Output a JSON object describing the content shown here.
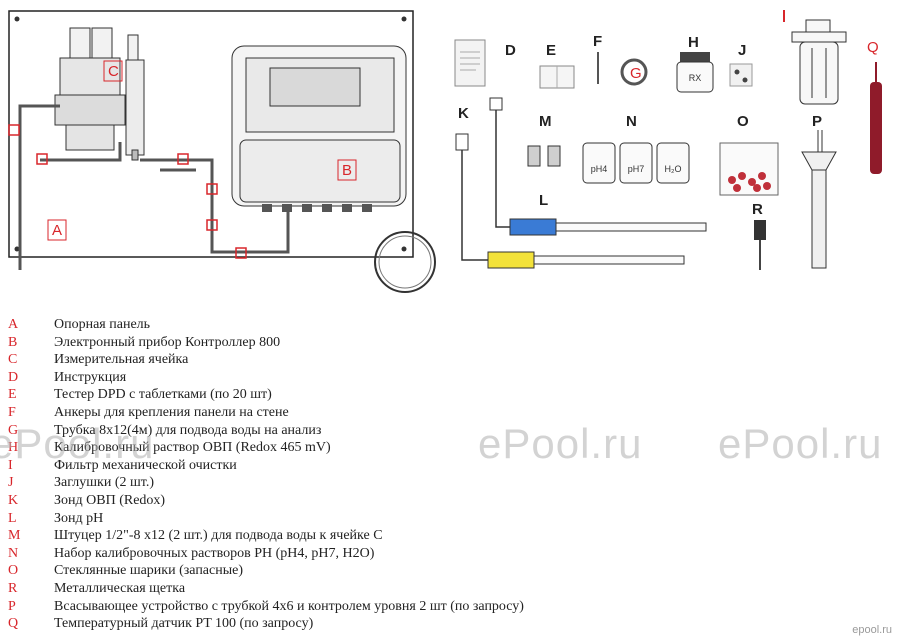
{
  "figure": {
    "letters": {
      "A": "A",
      "B": "B",
      "C": "C",
      "D": "D",
      "E": "E",
      "F": "F",
      "G": "G",
      "H": "H",
      "I": "I",
      "J": "J",
      "K": "K",
      "L": "L",
      "M": "M",
      "N": "N",
      "O": "O",
      "P": "P",
      "Q": "Q",
      "R": "R"
    },
    "bottle_labels": [
      "pH4",
      "pH7",
      "H₂O"
    ],
    "buffer_jar_label": "RX"
  },
  "legend": [
    {
      "key": "A",
      "text": "Опорная панель"
    },
    {
      "key": "B",
      "text": "Электронный прибор Контроллер 800"
    },
    {
      "key": "C",
      "text": "Измерительная ячейка"
    },
    {
      "key": "D",
      "text": "Инструкция"
    },
    {
      "key": "E",
      "text": "Тестер DPD с таблетками (по 20 шт)"
    },
    {
      "key": "F",
      "text": "Анкеры  для крепления панели на стене"
    },
    {
      "key": "G",
      "text": "Трубка 8х12(4м) для подвода воды на анализ"
    },
    {
      "key": "H",
      "text": "Калибровочный раствор ОВП (Redox 465 mV)"
    },
    {
      "key": "I",
      "text": "Фильтр механической очистки"
    },
    {
      "key": "J",
      "text": "Заглушки (2 шт.)"
    },
    {
      "key": "K",
      "text": "Зонд ОВП (Redox)"
    },
    {
      "key": "L",
      "text": "Зонд pH"
    },
    {
      "key": "M",
      "text": "Штуцер 1/2\"-8 х12 (2 шт.) для подвода воды к ячейке С"
    },
    {
      "key": "N",
      "text": "Набор калибровочных растворов PH (pH4, pH7, H2O)"
    },
    {
      "key": "O",
      "text": "Стеклянные шарики (запасные)"
    },
    {
      "key": "R",
      "text": "Металлическая щетка"
    },
    {
      "key": "P",
      "text": "Всасывающее устройство с трубкой 4х6  и контролем уровня 2 шт (по запросу)"
    },
    {
      "key": "Q",
      "text": "Температурный датчик PT 100 (по запросу)"
    }
  ],
  "watermarks": [
    "ePool.ru",
    "ePool.ru",
    "ePool.ru"
  ],
  "brand": "epool.ru"
}
